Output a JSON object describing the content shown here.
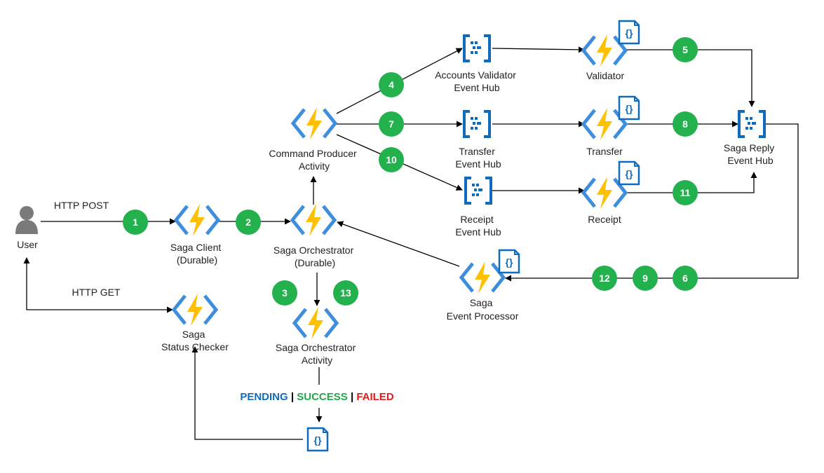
{
  "colors": {
    "badge": "#22B14C",
    "bolt": "#FFC000",
    "chevron": "#3E8EDE",
    "hub": "#0F6CBD",
    "pending": "#0F6CBD",
    "success": "#22A84A",
    "failed": "#E21B1B",
    "line": "#000000"
  },
  "nodes": {
    "user": {
      "label": "User",
      "icon": "user-icon"
    },
    "saga_client": {
      "line1": "Saga Client",
      "line2": "(Durable)",
      "icon": "azure-function-icon"
    },
    "saga_orchestrator": {
      "line1": "Saga Orchestrator",
      "line2": "(Durable)",
      "icon": "azure-function-icon"
    },
    "command_producer": {
      "line1": "Command Producer",
      "line2": "Activity",
      "icon": "azure-function-icon"
    },
    "orchestrator_activity": {
      "line1": "Saga Orchestrator",
      "line2": "Activity",
      "icon": "azure-function-icon"
    },
    "status_checker": {
      "line1": "Saga",
      "line2": "Status Checker",
      "icon": "azure-function-icon"
    },
    "accounts_hub": {
      "line1": "Accounts Validator",
      "line2": "Event Hub",
      "icon": "event-hub-icon"
    },
    "transfer_hub": {
      "line1": "Transfer",
      "line2": "Event Hub",
      "icon": "event-hub-icon"
    },
    "receipt_hub": {
      "line1": "Receipt",
      "line2": "Event Hub",
      "icon": "event-hub-icon"
    },
    "validator": {
      "label": "Validator",
      "icon": "azure-function-icon"
    },
    "transfer": {
      "label": "Transfer",
      "icon": "azure-function-icon"
    },
    "receipt": {
      "label": "Receipt",
      "icon": "azure-function-icon"
    },
    "reply_hub": {
      "line1": "Saga Reply",
      "line2": "Event Hub",
      "icon": "event-hub-icon"
    },
    "event_processor": {
      "line1": "Saga",
      "line2": "Event Processor",
      "icon": "azure-function-icon"
    },
    "state_store": {
      "icon": "json-document-icon"
    }
  },
  "edges": {
    "http_post": "HTTP POST",
    "http_get": "HTTP GET"
  },
  "status": {
    "pending": "PENDING",
    "success": "SUCCESS",
    "failed": "FAILED",
    "separator": "|"
  },
  "steps": [
    "1",
    "2",
    "3",
    "4",
    "5",
    "6",
    "7",
    "8",
    "9",
    "10",
    "11",
    "12",
    "13"
  ]
}
